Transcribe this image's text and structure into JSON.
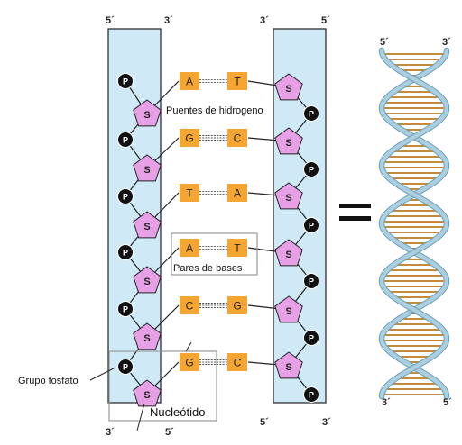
{
  "diagram": {
    "strand_ends": {
      "left_top_5": "5´",
      "left_top_3": "3´",
      "right_top_3": "3´",
      "right_top_5": "5´",
      "left_bottom_3": "3´",
      "left_bottom_5": "5´",
      "right_bottom_5": "5´",
      "right_bottom_3": "3´"
    },
    "phosphate_label": "P",
    "sugar_label": "S",
    "base_pairs": [
      {
        "left": "A",
        "right": "T"
      },
      {
        "left": "G",
        "right": "C"
      },
      {
        "left": "T",
        "right": "A"
      },
      {
        "left": "A",
        "right": "T"
      },
      {
        "left": "C",
        "right": "G"
      },
      {
        "left": "G",
        "right": "C"
      }
    ],
    "annotations": {
      "hydrogen_bonds": "Puentes de hidrogeno",
      "base_pairs": "Pares de bases",
      "phosphate_group": "Grupo fosfato",
      "nucleotide": "Nucleótido"
    },
    "equals": "=",
    "helix_ends": {
      "top_5": "5´",
      "top_3": "3´",
      "bottom_3": "3´",
      "bottom_5": "5´"
    },
    "colors": {
      "strand_fill": "#cfe9f7",
      "strand_border": "#222222",
      "sugar_fill": "#e7a0e6",
      "base_fill": "#f5a531",
      "phosphate_fill": "#111111",
      "helix_backbone": "#a9cfe0",
      "helix_rung": "#c48a3e"
    }
  }
}
